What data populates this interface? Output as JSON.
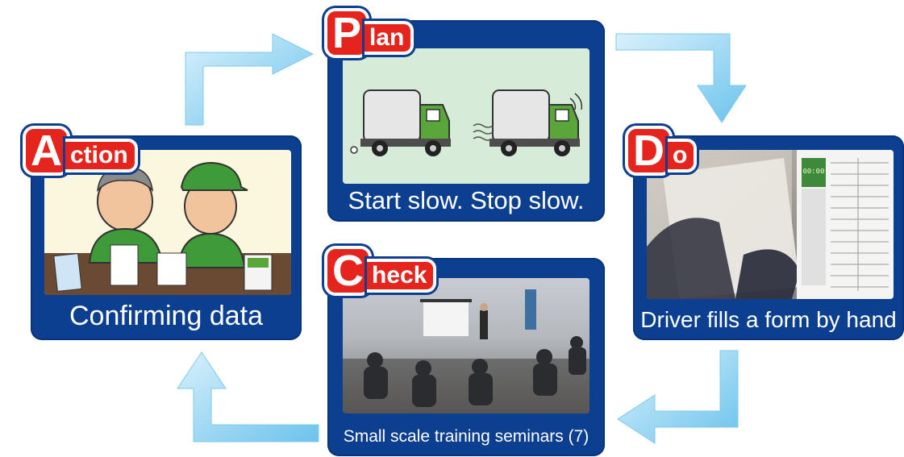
{
  "colors": {
    "card": "#0c3f8f",
    "badge": "#e6241e",
    "arrow": "#8fd3f4"
  },
  "plan": {
    "letter": "P",
    "rest": "lan",
    "caption": "Start slow. Stop slow."
  },
  "do": {
    "letter": "D",
    "rest": "o",
    "caption": "Driver fills a form by hand",
    "form_display": "00:00"
  },
  "check": {
    "letter": "C",
    "rest": "heck",
    "caption": "Small scale training seminars (7)"
  },
  "action": {
    "letter": "A",
    "rest": "ction",
    "caption": "Confirming data"
  }
}
